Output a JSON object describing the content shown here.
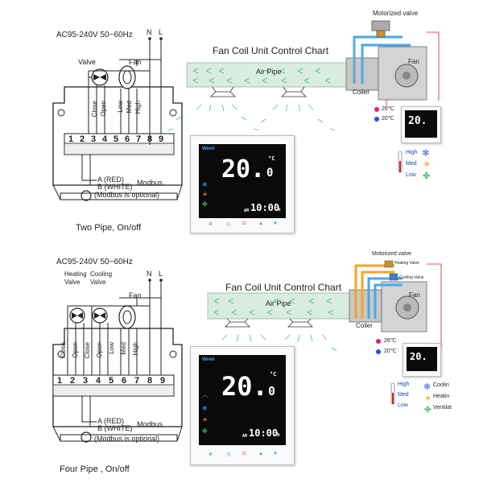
{
  "top": {
    "power": "AC95-240V  50~60Hz",
    "n": "N",
    "l": "L",
    "valve": "Valve",
    "fan": "Fan",
    "terminal_labels": [
      "Close",
      "Open",
      "Low",
      "Med",
      "High"
    ],
    "terminals": [
      "1",
      "2",
      "3",
      "4",
      "5",
      "6",
      "7",
      "8",
      "9"
    ],
    "modbus_a": "A (RED)",
    "modbus_b": "B (WHITE)",
    "modbus": "Modbus",
    "modbus_note": "(Modbus is optional)",
    "caption": "Two Pipe, On/off",
    "chart_title": "Fan Coil Unit Control Chart",
    "air_pipe": "Air Pipe",
    "motorized_valve": "Motorized valve",
    "fan_unit": "Fan",
    "coiler": "Coiler",
    "temp_hot": "26℃",
    "temp_cold": "20℃",
    "speeds": [
      "High",
      "Med",
      "Low"
    ],
    "thermostat": {
      "week": "Week",
      "temp": "20.",
      "temp_dec": "0",
      "unit": "°C",
      "am": "AM",
      "time": "10:00",
      "time_unit": "h"
    },
    "mini_temp": "20."
  },
  "bottom": {
    "power": "AC95-240V  50~60Hz",
    "n": "N",
    "l": "L",
    "heating_valve": "Heating\nValve",
    "cooling_valve": "Cooling\nValve",
    "fan": "Fan",
    "terminal_labels": [
      "Close",
      "Open",
      "Close",
      "Open",
      "Low",
      "Med",
      "High"
    ],
    "terminals": [
      "1",
      "2",
      "3",
      "4",
      "5",
      "6",
      "7",
      "8",
      "9"
    ],
    "modbus_a": "A (RED)",
    "modbus_b": "B (WHITE)",
    "modbus": "Modbus",
    "modbus_note": "(Modbus is optional)",
    "caption": "Four Pipe , On/off",
    "chart_title": "Fan Coil Unit Control Chart",
    "air_pipe": "Air Pipe",
    "motorized_valve": "Motorized valve",
    "heating_valve_tag": "Heating Valve",
    "cooling_valve_tag": "Cooling Valve",
    "fan_unit": "Fan",
    "coiler": "Coiler",
    "temp_hot": "26℃",
    "temp_cold": "20℃",
    "speeds": [
      "High",
      "Med",
      "Low"
    ],
    "modes": [
      "Coolin",
      "Heatin",
      "Ventilat"
    ],
    "thermostat": {
      "week": "Week",
      "temp": "20.",
      "temp_dec": "0",
      "unit": "°C",
      "am": "AM",
      "time": "10:00",
      "time_unit": "h"
    },
    "mini_temp": "20."
  },
  "colors": {
    "pipe_hot": "#f5a623",
    "pipe_cold": "#4aa8e8",
    "duct": "#d9ece0",
    "airflow": "#33b066",
    "snow": "#2a5fd8",
    "sun": "#f0a020",
    "fan_green": "#3bbd5a",
    "hot_dot": "#e0207a",
    "cold_dot": "#2050e0"
  }
}
